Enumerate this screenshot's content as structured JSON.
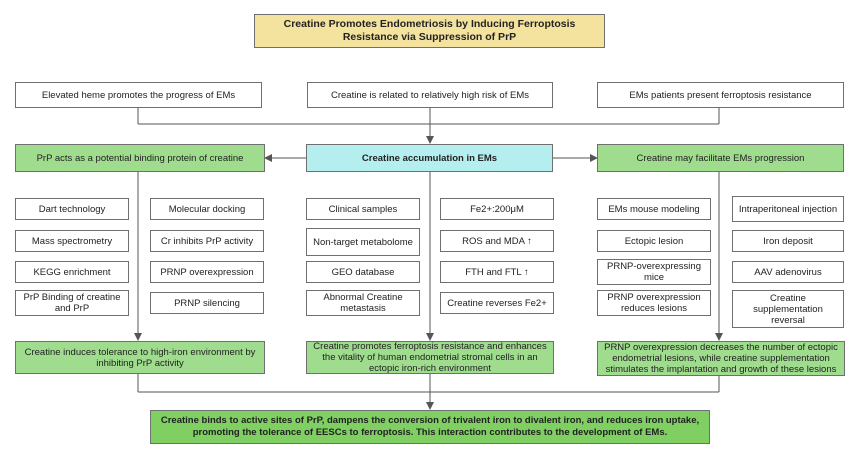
{
  "title": "Creatine Promotes Endometriosis by Inducing Ferroptosis Resistance via Suppression of PrP",
  "top_row": [
    "Elevated heme promotes the progress of EMs",
    "Creatine is related to relatively high risk of EMs",
    "EMs patients present ferroptosis resistance"
  ],
  "columns": {
    "left": {
      "header": "PrP acts as a potential binding protein of creatine",
      "items_a": [
        "Dart technology",
        "Mass spectrometry",
        "KEGG enrichment",
        "PrP Binding of creatine and PrP"
      ],
      "items_b": [
        "Molecular docking",
        "Cr inhibits PrP activity",
        "PRNP overexpression",
        "PRNP silencing"
      ],
      "conclusion": "Creatine induces tolerance to high-iron environment by inhibiting PrP activity"
    },
    "middle": {
      "header": "Creatine accumulation in EMs",
      "items_a": [
        "Clinical samples",
        "Non-target metabolome",
        "GEO database",
        "Abnormal Creatine metastasis"
      ],
      "items_b": [
        "Fe2+:200μM",
        "ROS and MDA ↑",
        "FTH and FTL ↑",
        "Creatine reverses Fe2+"
      ],
      "conclusion": "Creatine promotes ferroptosis resistance and enhances the vitality of human endometrial stromal cells in an ectopic iron-rich environment"
    },
    "right": {
      "header": "Creatine may facilitate EMs progression",
      "items_a": [
        "EMs mouse modeling",
        "Ectopic lesion",
        "PRNP-overexpressing mice",
        "PRNP overexpression reduces lesions"
      ],
      "items_b": [
        "Intraperitoneal injection",
        "Iron deposit",
        "AAV adenovirus",
        "Creatine supplementation reversal"
      ],
      "conclusion": "PRNP overexpression decreases the number of ectopic endometrial lesions, while creatine supplementation stimulates the implantation and growth of these lesions"
    }
  },
  "final": "Creatine binds to active sites of PrP, dampens the conversion of trivalent iron to divalent iron, and reduces iron uptake, promoting the tolerance of EESCs to ferroptosis. This interaction contributes to the development of EMs.",
  "colors": {
    "title_fill": "#f3e39e",
    "green_fill": "#9fdc8e",
    "cyan_fill": "#b5eeee",
    "final_fill": "#7fcf62",
    "line": "#555555"
  }
}
